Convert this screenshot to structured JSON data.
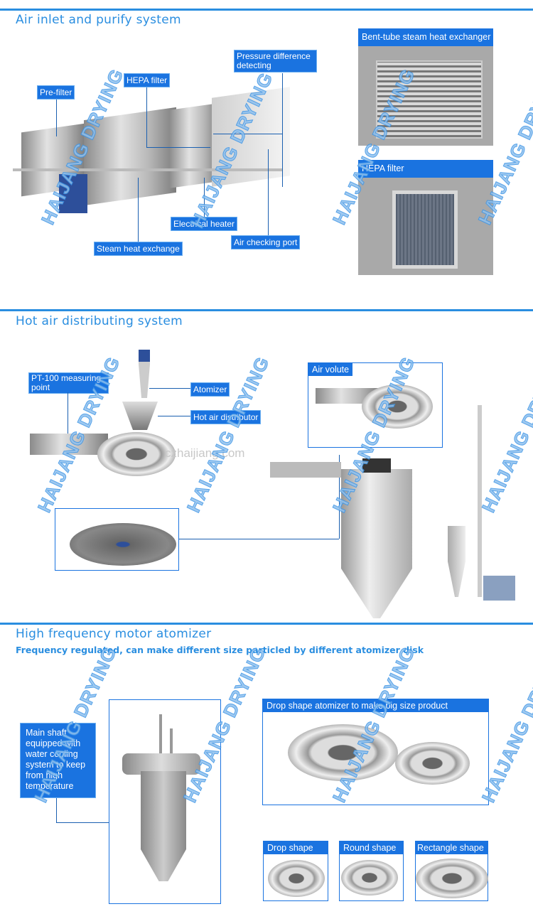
{
  "watermark": "HAIJANG DRYING",
  "site_watermark": "czhaijiang.com",
  "colors": {
    "accent": "#2a8ee0",
    "label_bg": "#1a73e0"
  },
  "section1": {
    "title": "Air inlet and purify system",
    "labels": {
      "pre_filter": "Pre-filter",
      "hepa_filter": "HEPA filter",
      "pressure": "Pressure difference detecting",
      "electrical_heater": "Electrical heater",
      "steam_heat_exchange": "Steam heat exchange",
      "air_checking_port": "Air checking port"
    },
    "panels": {
      "bent_tube": "Bent-tube steam heat exchanger",
      "hepa": "HEPA filter"
    }
  },
  "section2": {
    "title": "Hot air distributing system",
    "labels": {
      "pt100": "PT-100 measuring point",
      "atomizer": "Atomizer",
      "hot_air_distributor": "Hot air distributor",
      "air_volute": "Air volute"
    }
  },
  "section3": {
    "title": "High frequency motor atomizer",
    "subtitle": "Frequency regulated, can make different size particled by different atomizer disk",
    "main_shaft": "Main shaft equipped with water cooling system to keep from high temperature",
    "drop_panel": "Drop shape atomizer to make big size product",
    "shapes": [
      "Drop shape",
      "Round shape",
      "Rectangle shape"
    ]
  }
}
